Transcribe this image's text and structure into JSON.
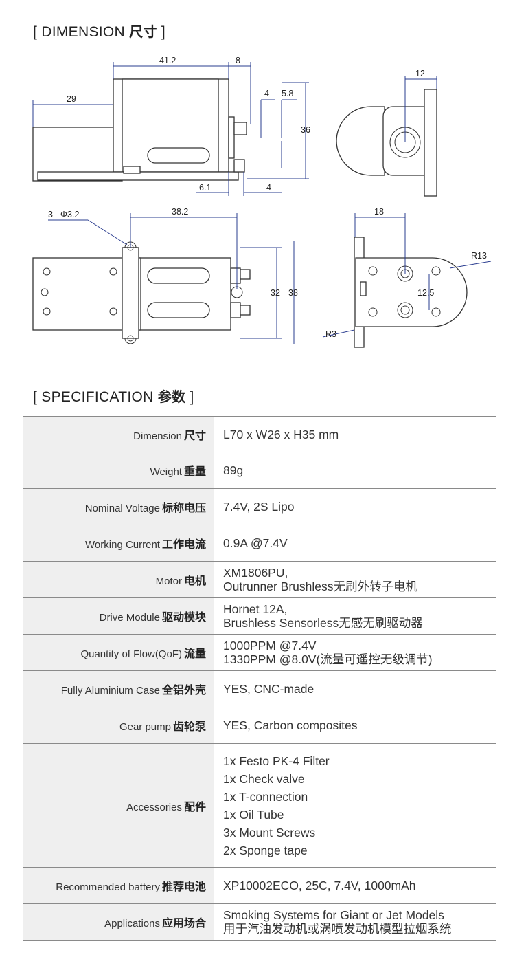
{
  "dimension_title": {
    "en": "DIMENSION",
    "zh": "尺寸",
    "open": "[",
    "close": "]"
  },
  "spec_title": {
    "en": "SPECIFICATION",
    "zh": "参数",
    "open": "[",
    "close": "]"
  },
  "dimensions": {
    "d_41_2": "41.2",
    "d_8": "8",
    "d_29": "29",
    "d_4_top": "4",
    "d_5_8": "5.8",
    "d_36": "36",
    "d_6_1": "6.1",
    "d_4_bottom": "4",
    "d_12": "12",
    "d_3_phi": "3 - Φ3.2",
    "d_38_2": "38.2",
    "d_32": "32",
    "d_38": "38",
    "d_18": "18",
    "d_r13": "R13",
    "d_12_5": "12.5",
    "d_r3": "R3"
  },
  "spec": [
    {
      "en": "Dimension",
      "zh": "尺寸",
      "values": [
        "L70 x W26 x H35 mm"
      ]
    },
    {
      "en": "Weight",
      "zh": "重量",
      "values": [
        "89g"
      ]
    },
    {
      "en": "Nominal Voltage",
      "zh": "标称电压",
      "values": [
        "7.4V, 2S Lipo"
      ]
    },
    {
      "en": "Working Current",
      "zh": "工作电流",
      "values": [
        "0.9A @7.4V"
      ]
    },
    {
      "en": "Motor",
      "zh": "电机",
      "values": [
        "XM1806PU,",
        "Outrunner Brushless无刷外转子电机"
      ]
    },
    {
      "en": "Drive Module",
      "zh": "驱动模块",
      "values": [
        "Hornet 12A,",
        "Brushless Sensorless无感无刷驱动器"
      ]
    },
    {
      "en": "Quantity of Flow(QoF)",
      "zh": "流量",
      "values": [
        "1000PPM @7.4V",
        "1330PPM @8.0V(流量可遥控无级调节)"
      ]
    },
    {
      "en": "Fully Aluminium Case",
      "zh": "全铝外壳",
      "values": [
        "YES, CNC-made"
      ]
    },
    {
      "en": "Gear pump",
      "zh": "齿轮泵",
      "values": [
        "YES, Carbon composites"
      ]
    },
    {
      "en": "Accessories",
      "zh": "配件",
      "values": [
        "1x Festo PK-4 Filter",
        "1x Check valve",
        "1x T-connection",
        "1x Oil Tube",
        "3x Mount Screws",
        "2x  Sponge tape"
      ]
    },
    {
      "en": "Recommended battery",
      "zh": "推荐电池",
      "values": [
        "XP10002ECO, 25C, 7.4V, 1000mAh"
      ]
    },
    {
      "en": "Applications",
      "zh": "应用场合",
      "values": [
        "Smoking Systems for Giant or Jet Models",
        "用于汽油发动机或涡喷发动机模型拉烟系统"
      ]
    }
  ]
}
